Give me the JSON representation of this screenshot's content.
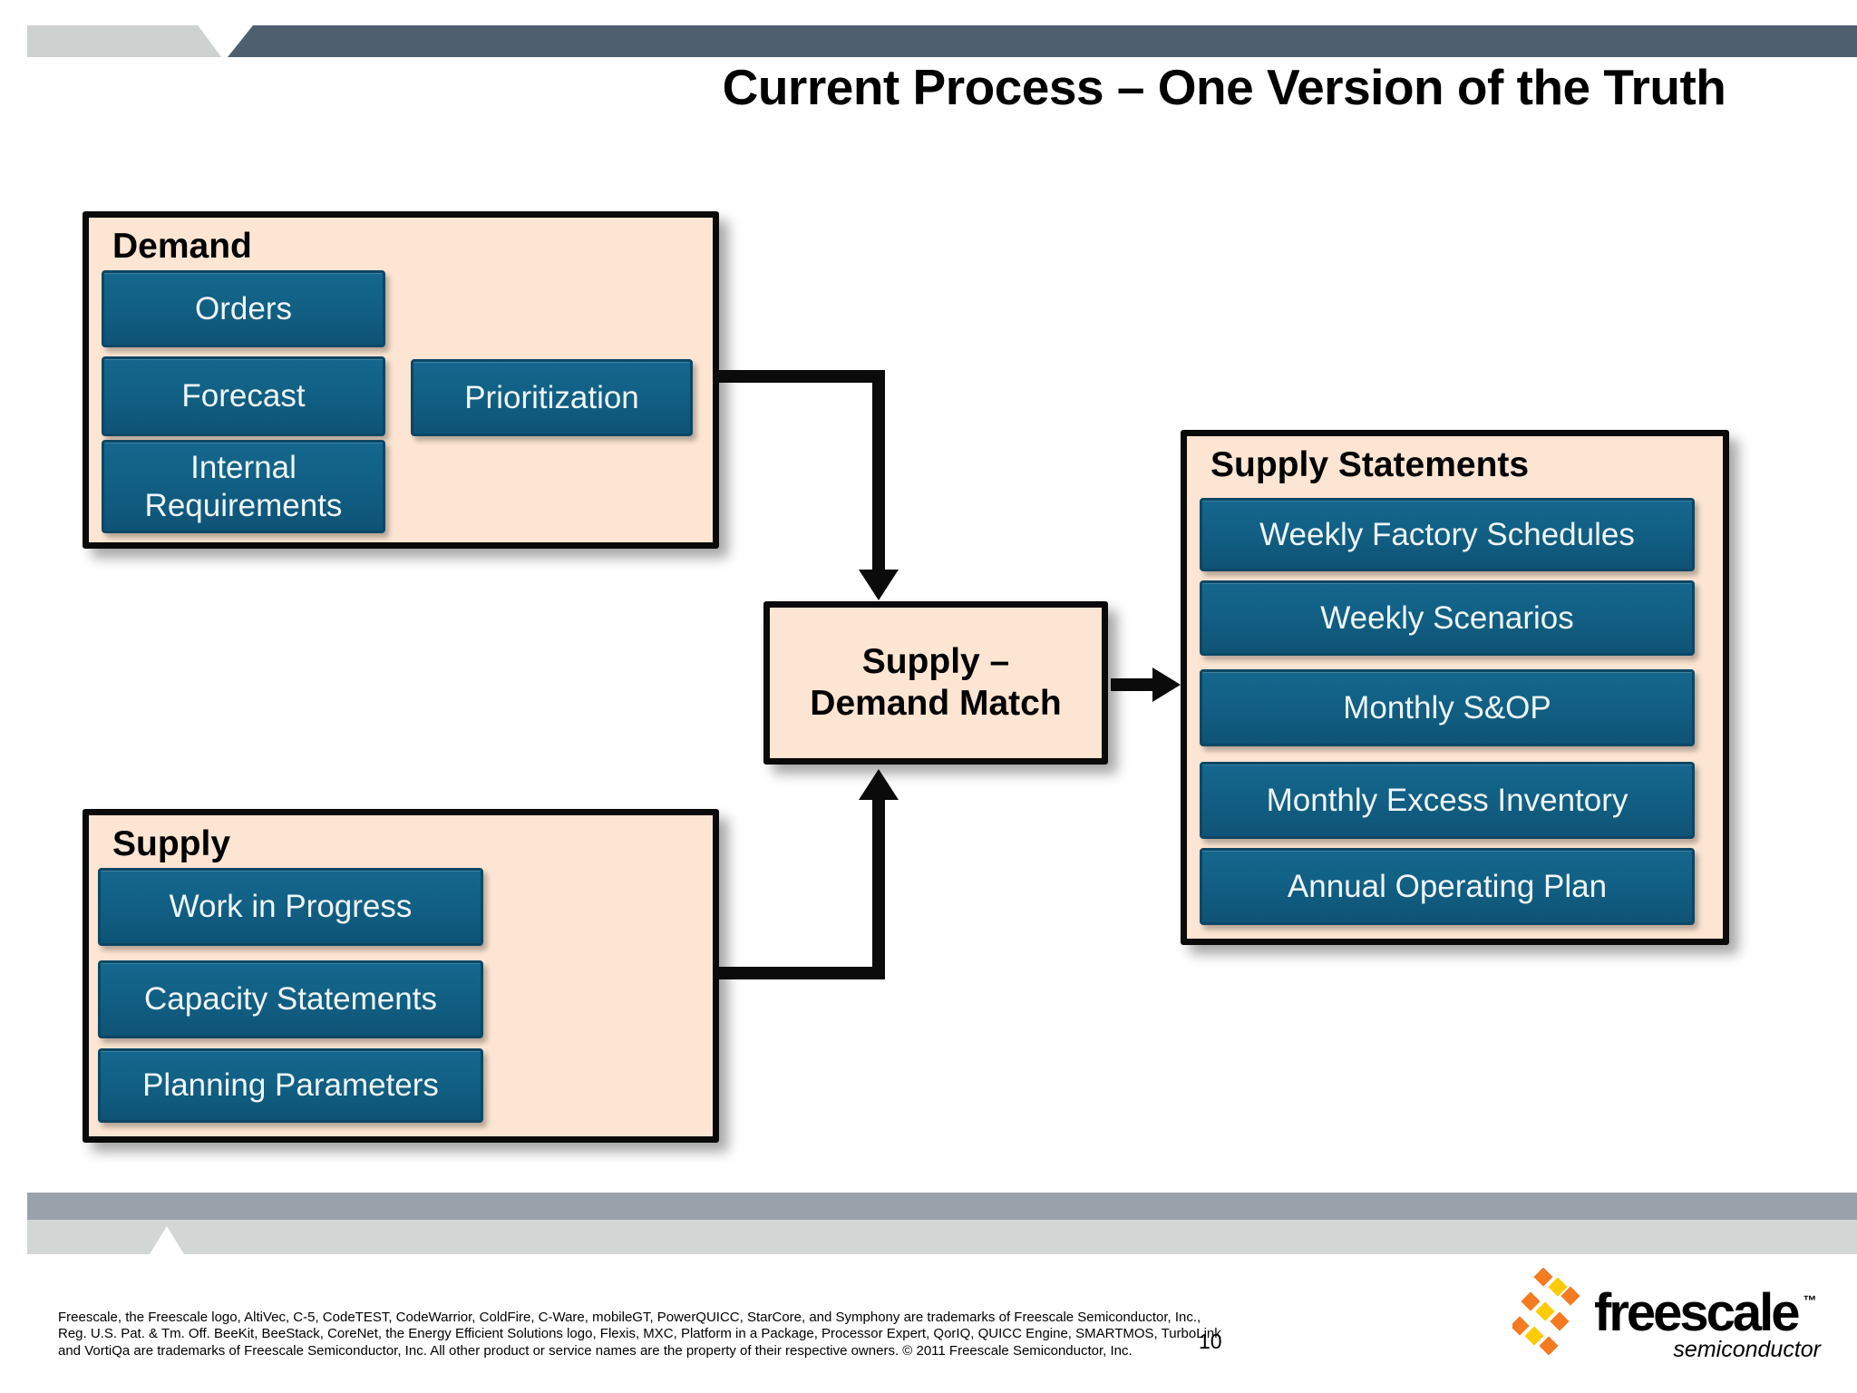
{
  "slide": {
    "title": "Current Process – One Version of the Truth",
    "page_number": "10"
  },
  "diagram": {
    "demand": {
      "title": "Demand",
      "items": [
        "Orders",
        "Forecast",
        "Internal Requirements"
      ],
      "side_item": "Prioritization"
    },
    "match": {
      "title": "Supply – Demand Match"
    },
    "supply": {
      "title": "Supply",
      "items": [
        "Work in Progress",
        "Capacity Statements",
        "Planning Parameters"
      ]
    },
    "supply_statements": {
      "title": "Supply Statements",
      "items": [
        "Weekly Factory Schedules",
        "Weekly Scenarios",
        "Monthly S&OP",
        "Monthly Excess Inventory",
        "Annual Operating Plan"
      ]
    }
  },
  "footer": {
    "trademark_lines": [
      "Freescale, the Freescale logo, AltiVec, C-5, CodeTEST, CodeWarrior, ColdFire, C-Ware, mobileGT, PowerQUICC, StarCore, and Symphony are trademarks of Freescale Semiconductor, Inc.,",
      "Reg. U.S. Pat. & Tm. Off.  BeeKit, BeeStack, CoreNet, the Energy Efficient Solutions logo, Flexis, MXC, Platform in a Package, Processor Expert, QorIQ, QUICC Engine, SMARTMOS, TurboLink",
      "and VortiQa are trademarks of Freescale Semiconductor, Inc. All other product or service names are the property of their respective owners. © 2011 Freescale Semiconductor, Inc."
    ]
  },
  "logo": {
    "brand": "freescale",
    "trademark": "™",
    "tagline": "semiconductor"
  },
  "colors": {
    "panel_fill": "#FCE5D2",
    "chip_fill": "#115E82",
    "header_bar_dark": "#4E5F70",
    "header_bar_light": "#CDD1D0",
    "band_dark": "#9BA1AA",
    "band_light": "#D2D7D6",
    "logo_orange": "#F47B20",
    "logo_yellow": "#FFCB05"
  }
}
